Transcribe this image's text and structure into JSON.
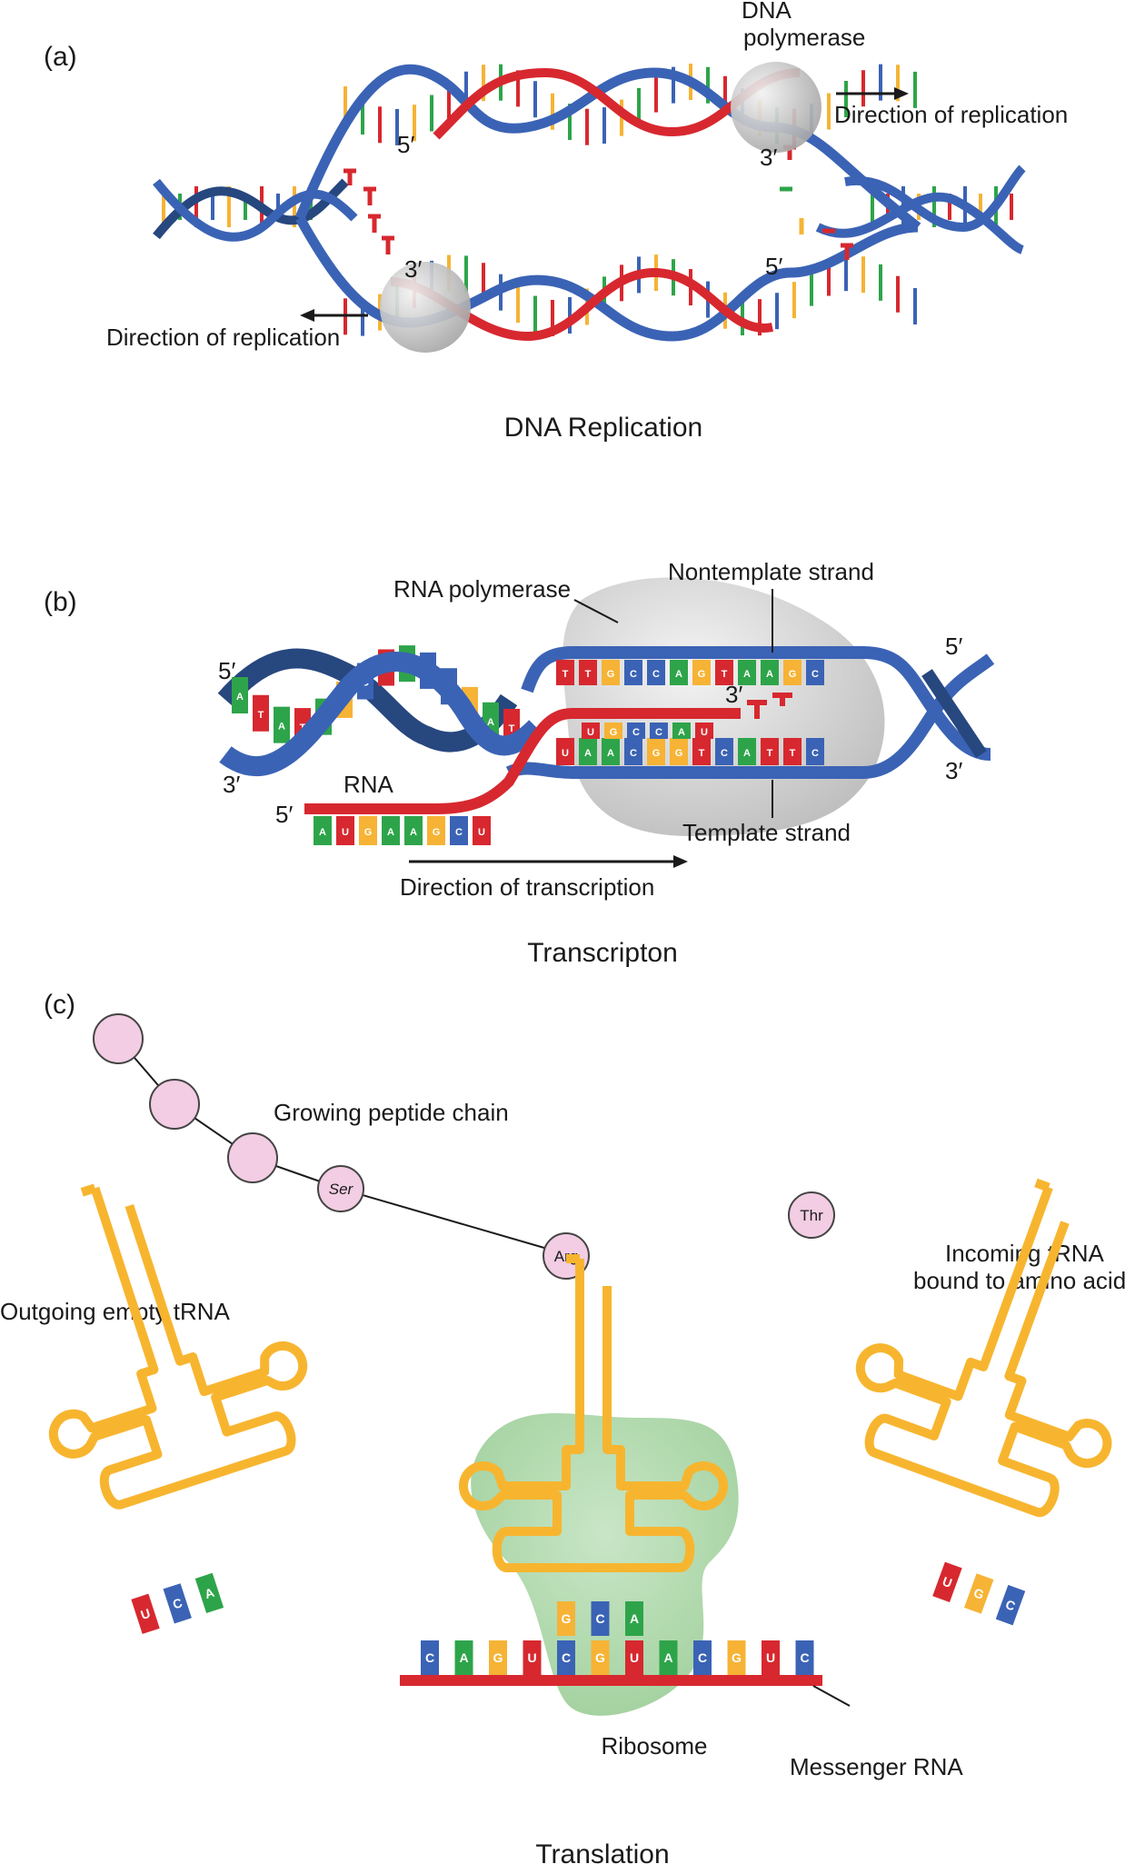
{
  "colors": {
    "backbone_blue": "#3b63b5",
    "dark_blue": "#27477f",
    "rna_red": "#d7282f",
    "base_yellow": "#f6b335",
    "base_green": "#2ea44a",
    "base_blue": "#3b63b5",
    "enzyme_grey": "#c8c8c8",
    "ribosome_green": "#a9d5a6",
    "amino_pink": "#f2cde3",
    "trna_orange": "#f7b52f"
  },
  "panel_a": {
    "label": "(a)",
    "enzyme_label_line1": "DNA",
    "enzyme_label_line2": "polymerase",
    "dir_right": "Direction of replication",
    "dir_left": "Direction of replication",
    "end_5_top": "5′",
    "end_3_top": "3′",
    "end_3_bottom": "3′",
    "end_5_bottom": "5′",
    "caption": "DNA Replication"
  },
  "panel_b": {
    "label": "(b)",
    "rna_polymerase": "RNA polymerase",
    "nontemplate": "Nontemplate strand",
    "template": "Template strand",
    "rna": "RNA",
    "direction": "Direction of transcription",
    "end_5_left_top": "5′",
    "end_3_left_bottom": "3′",
    "end_5_right_top": "5′",
    "end_3_right_bottom": "3′",
    "end_5_rna": "5′",
    "end_3_rna": "3′",
    "top_bases": [
      "T",
      "T",
      "G",
      "C",
      "C",
      "A",
      "G",
      "T",
      "A",
      "A",
      "G",
      "C"
    ],
    "bottom_bases": [
      "U",
      "A",
      "A",
      "C",
      "G",
      "G",
      "T",
      "C",
      "A",
      "T",
      "T",
      "C"
    ],
    "rna_bases": [
      "A",
      "U",
      "G",
      "A",
      "A",
      "G",
      "C",
      "U"
    ],
    "inner_rna_bases": [
      "U",
      "G",
      "C",
      "C",
      "A",
      "U"
    ],
    "left_helix_bases": [
      "A",
      "T",
      "A",
      "T",
      "A",
      "G",
      "C",
      "T",
      "A",
      "C",
      "C",
      "G",
      "A",
      "T"
    ],
    "caption": "Transcripton"
  },
  "panel_c": {
    "label": "(c)",
    "growing_chain": "Growing peptide chain",
    "outgoing": "Outgoing empty tRNA",
    "incoming_line1": "Incoming tRNA",
    "incoming_line2": "bound to amino acid",
    "ribosome": "Ribosome",
    "mrna": "Messenger RNA",
    "aa_ser": "Ser",
    "aa_arg": "Arg",
    "aa_thr": "Thr",
    "outgoing_anticodon": [
      "U",
      "C",
      "A"
    ],
    "middle_anticodon": [
      "G",
      "C",
      "A"
    ],
    "incoming_anticodon": [
      "U",
      "G",
      "C"
    ],
    "mrna_bases": [
      "C",
      "A",
      "G",
      "U",
      "C",
      "G",
      "U",
      "A",
      "C",
      "G",
      "U",
      "C"
    ],
    "caption": "Translation"
  }
}
